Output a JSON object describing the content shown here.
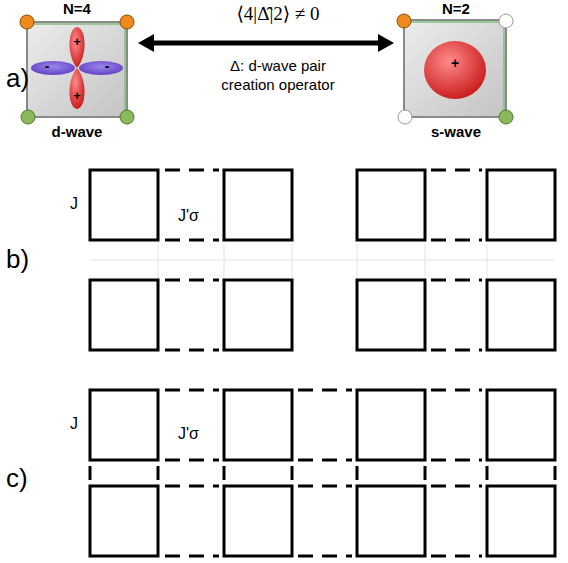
{
  "diagram": {
    "nodes": [
      {
        "text": [
          "N=4",
          "d-wave"
        ]
      },
      {
        "text": [
          "N=2",
          "s-wave"
        ]
      }
    ],
    "edges": [
      {
        "from": 0,
        "to": 1,
        "arrow": "both"
      }
    ],
    "labels": [
      "a)",
      "⟨4|Δ̂|2⟩ ≠ 0",
      "Δ: d-wave pair creation operator",
      "+",
      "+",
      "-",
      "-",
      "+",
      "b)",
      "J",
      "J'σ",
      "c)",
      "J",
      "J'σ"
    ]
  }
}
